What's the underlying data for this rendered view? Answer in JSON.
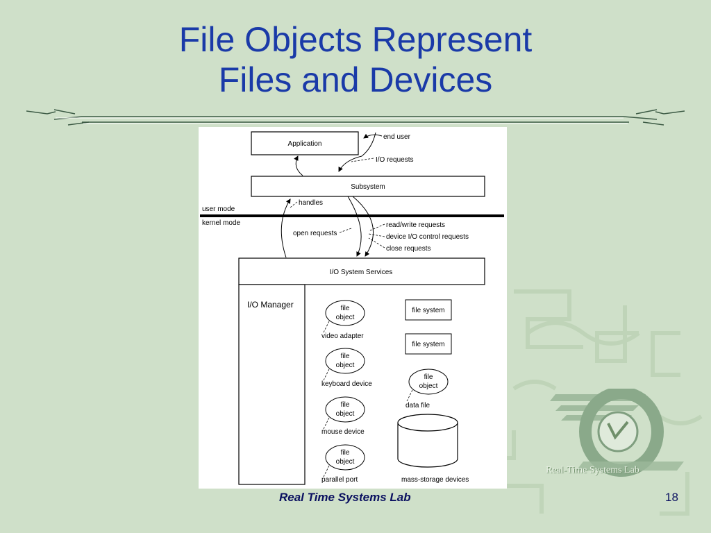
{
  "slide": {
    "title_line1": "File Objects Represent",
    "title_line2": "Files and Devices",
    "footer": "Real Time Systems Lab",
    "page_number": "18",
    "logo_text": "Real-Time Systems Lab"
  },
  "diagram": {
    "application": "Application",
    "end_user": "end user",
    "io_requests": "I/O requests",
    "subsystem": "Subsystem",
    "handles": "handles",
    "user_mode": "user mode",
    "kernel_mode": "kernel mode",
    "open_requests": "open requests",
    "rw_requests": "read/write requests",
    "ioctl_requests": "device I/O control requests",
    "close_requests": "close requests",
    "io_services": "I/O System Services",
    "io_manager": "I/O Manager",
    "file_object_line1": "file",
    "file_object_line2": "object",
    "video_adapter": "video adapter",
    "keyboard_device": "keyboard device",
    "mouse_device": "mouse device",
    "parallel_port": "parallel port",
    "file_system_1": "file system",
    "file_system_2": "file system",
    "data_file": "data file",
    "mass_storage": "mass-storage devices"
  },
  "colors": {
    "background": "#cfe0c9",
    "title": "#1a3aa8",
    "footer": "#0a1060"
  }
}
